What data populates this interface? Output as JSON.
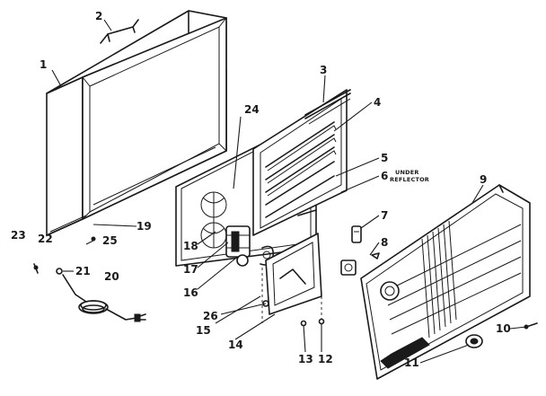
{
  "parts": [
    {
      "key": "p1",
      "label": "1"
    },
    {
      "key": "p2",
      "label": "2"
    },
    {
      "key": "p3",
      "label": "3"
    },
    {
      "key": "p4",
      "label": "4"
    },
    {
      "key": "p5",
      "label": "5"
    },
    {
      "key": "p6",
      "label": "6"
    },
    {
      "key": "p7",
      "label": "7"
    },
    {
      "key": "p8",
      "label": "8"
    },
    {
      "key": "p9",
      "label": "9"
    },
    {
      "key": "p10",
      "label": "10"
    },
    {
      "key": "p11",
      "label": "11"
    },
    {
      "key": "p12",
      "label": "12"
    },
    {
      "key": "p13",
      "label": "13"
    },
    {
      "key": "p14",
      "label": "14"
    },
    {
      "key": "p15",
      "label": "15"
    },
    {
      "key": "p16",
      "label": "16"
    },
    {
      "key": "p17",
      "label": "17"
    },
    {
      "key": "p18",
      "label": "18"
    },
    {
      "key": "p19",
      "label": "19"
    },
    {
      "key": "p20",
      "label": "20"
    },
    {
      "key": "p21",
      "label": "21"
    },
    {
      "key": "p22",
      "label": "22"
    },
    {
      "key": "p23",
      "label": "23"
    },
    {
      "key": "p24",
      "label": "24"
    },
    {
      "key": "p25",
      "label": "25"
    },
    {
      "key": "p26",
      "label": "26"
    }
  ],
  "note_line1": "UNDER",
  "note_line2": "REFLECTOR"
}
